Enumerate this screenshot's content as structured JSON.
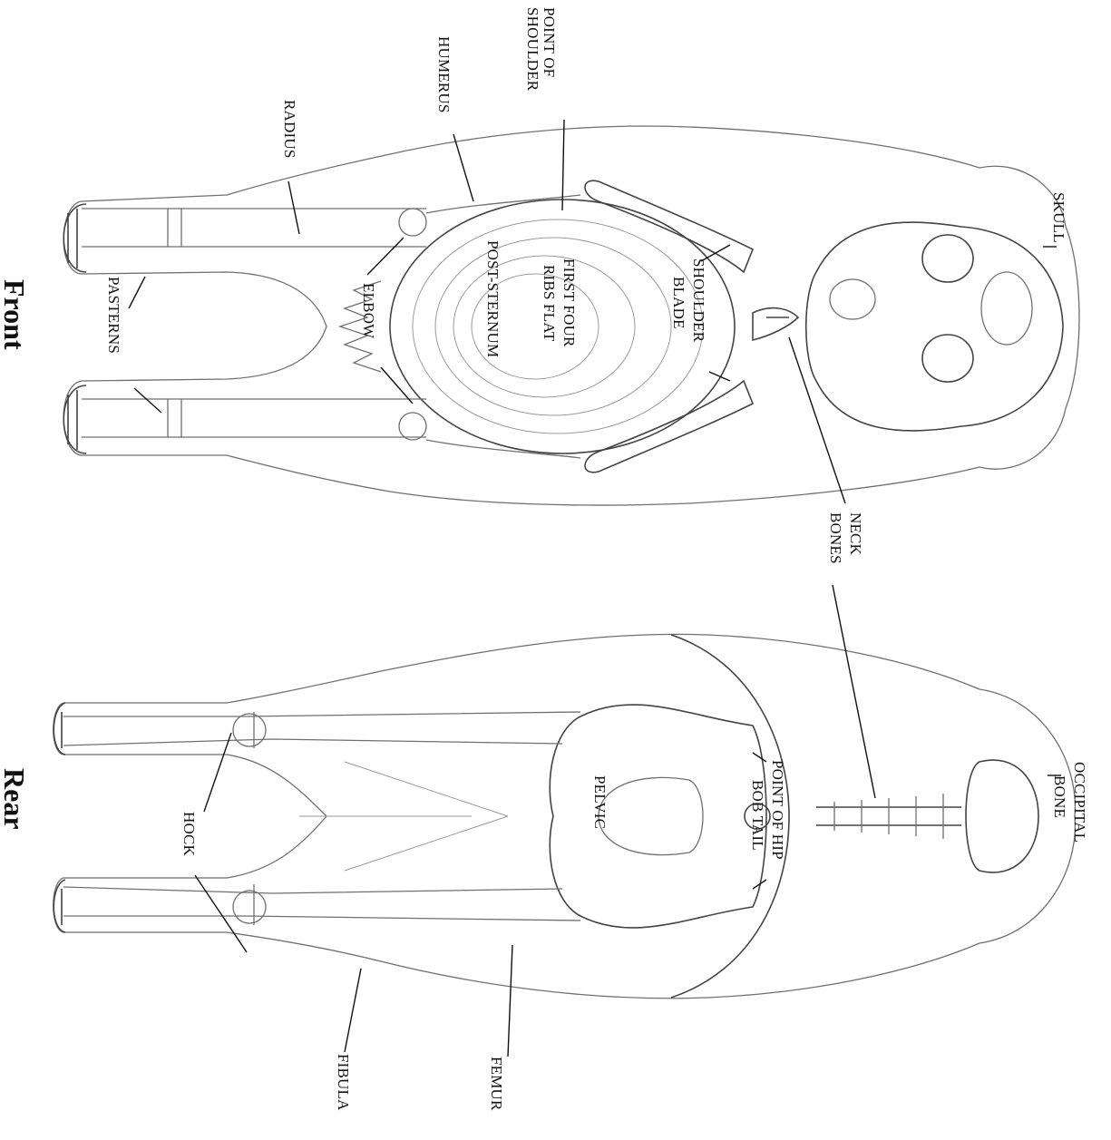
{
  "views": {
    "front": "Front",
    "rear": "Rear"
  },
  "labels": {
    "point_of_shoulder_1": "POINT OF",
    "point_of_shoulder_2": "SHOULDER",
    "humerus": "HUMERUS",
    "radius": "RADIUS",
    "pasterns": "PASTERNS",
    "elbow": "ELBOW",
    "post_sternum": "POST-STERNUM",
    "first_four_1": "FIRST FOUR",
    "first_four_2": "RIBS FLAT",
    "shoulder_blade_1": "SHOULDER",
    "shoulder_blade_2": "BLADE",
    "skull": "SKULL",
    "neck_bones_1": "NECK",
    "neck_bones_2": "BONES",
    "occipital_1": "OCCIPITAL",
    "occipital_2": "BONE",
    "point_of_hip": "POINT OF HIP",
    "bob_tail": "BOB TAIL",
    "pelvic": "PELVIC",
    "hock": "HOCK",
    "femur": "FEMUR",
    "fibula": "FIBULA"
  }
}
